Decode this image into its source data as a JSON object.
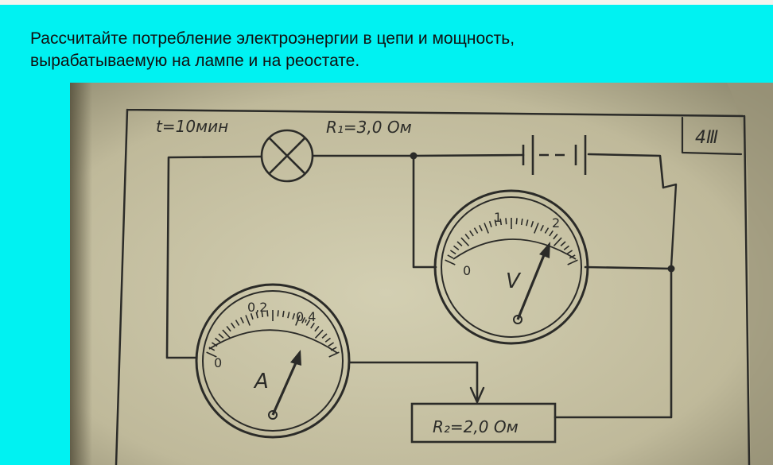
{
  "task": {
    "line1": "Рассчитайте потребление электроэнергии в цепи и мощность,",
    "line2": "вырабатываемую на лампе и на реостате."
  },
  "circuit": {
    "time_label": "t=10мин",
    "r1_label": "R₁=3,0 Ом",
    "r2_label": "R₂=2,0 Ом",
    "badge": "4Ⅲ",
    "ammeter": {
      "symbol": "A",
      "scale_labels": [
        "0",
        "0,2",
        "0,4"
      ],
      "reading": 0.4
    },
    "voltmeter": {
      "symbol": "V",
      "scale_labels": [
        "0",
        "1",
        "2"
      ],
      "reading": 2
    }
  },
  "colors": {
    "background": "#00f2f2",
    "paper": "#c9c4a6",
    "ink": "#2b2b28"
  }
}
